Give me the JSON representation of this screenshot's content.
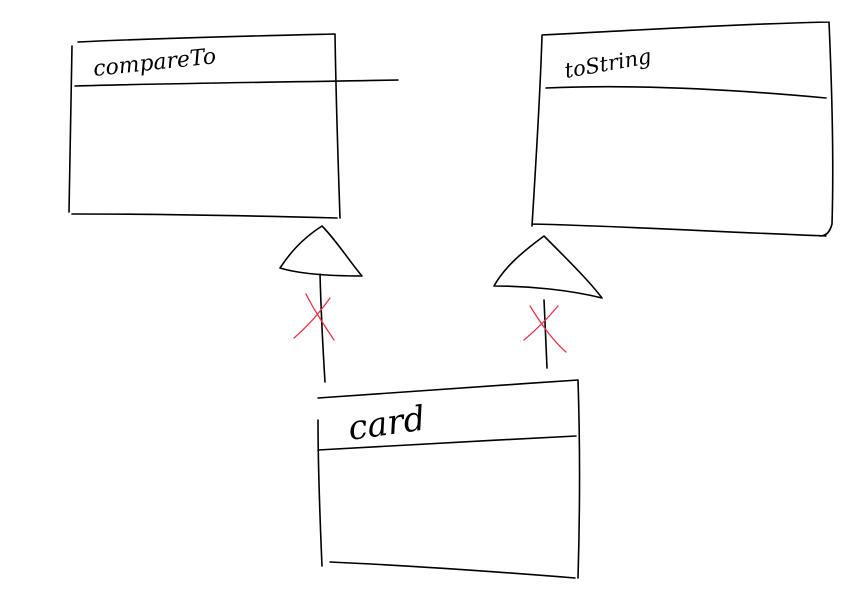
{
  "diagram": {
    "classes": [
      {
        "id": "compare",
        "name": "compareTo"
      },
      {
        "id": "tostring",
        "name": "toString"
      },
      {
        "id": "card",
        "name": "card"
      }
    ],
    "relations": [
      {
        "from": "card",
        "to": "compare",
        "kind": "inheritance",
        "crossed_out": true
      },
      {
        "from": "card",
        "to": "tostring",
        "kind": "inheritance",
        "crossed_out": true
      }
    ],
    "colors": {
      "ink": "#000000",
      "cross_mark": "#e8334a",
      "background": "#ffffff"
    }
  }
}
